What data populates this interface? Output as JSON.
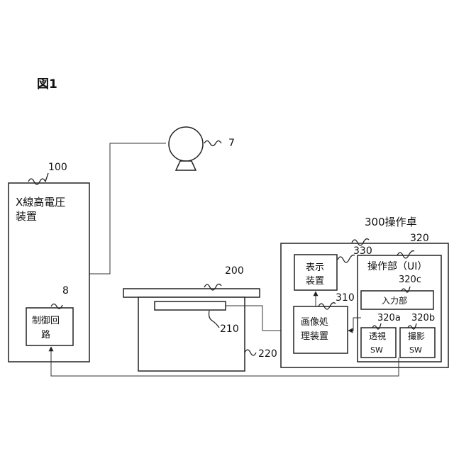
{
  "figure_title": "図1",
  "labels": {
    "hv_ref": "100",
    "hv_line1": "X線高電圧",
    "hv_line2": "装置",
    "tube_ref": "7",
    "control_ref": "8",
    "control_line1": "制御回",
    "control_line2": "路",
    "table_ref": "200",
    "detector_ref": "210",
    "base_ref": "220",
    "console_title": "300操作卓",
    "opunit_ref": "320",
    "opunit_title": "操作部（UI）",
    "input_ref": "320c",
    "input_label": "入力部",
    "display_ref": "330",
    "display_line1": "表示",
    "display_line2": "装置",
    "imgproc_ref": "310",
    "imgproc_line1": "画像処",
    "imgproc_line2": "理装置",
    "fluoro_ref": "320a",
    "fluoro_line1": "透視",
    "fluoro_line2": "SW",
    "radio_ref": "320b",
    "radio_line1": "撮影",
    "radio_line2": "SW"
  },
  "colors": {
    "line": "#222222",
    "text": "#111111",
    "background": "#ffffff"
  }
}
